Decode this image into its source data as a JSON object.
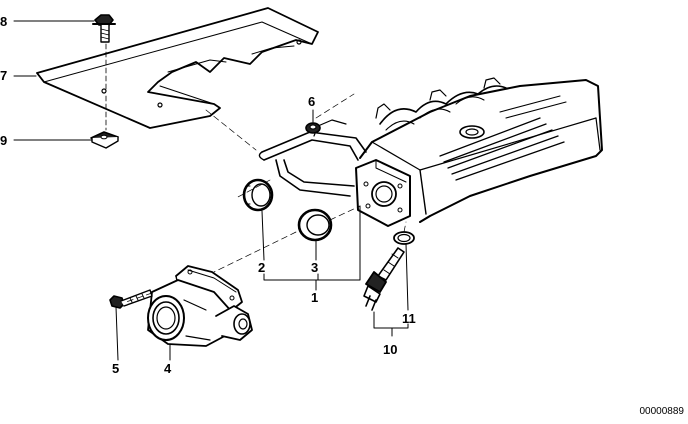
{
  "callouts": [
    "1",
    "2",
    "3",
    "4",
    "5",
    "6",
    "7",
    "8",
    "9",
    "10",
    "11"
  ],
  "diagram_id": "00000889",
  "parts": [
    "cover-plate",
    "bolt-top",
    "clip-nut",
    "intake-manifold",
    "seal-ring-small",
    "seal-ring-a",
    "seal-ring-b",
    "thermostat-housing",
    "housing-bolt",
    "temperature-sensor",
    "sensor-seal"
  ]
}
